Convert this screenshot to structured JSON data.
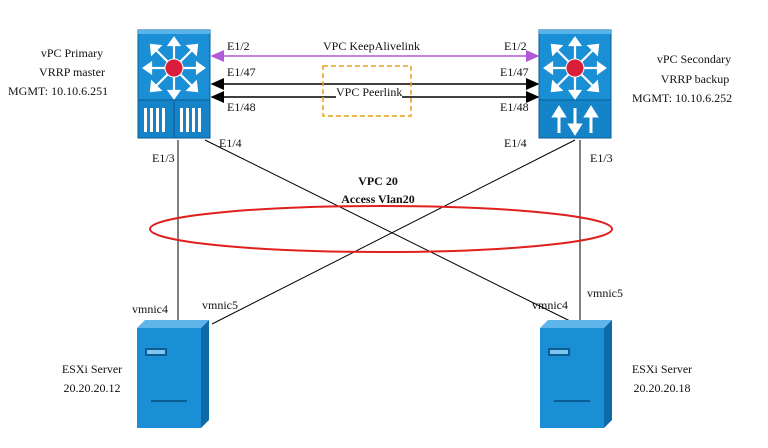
{
  "primary": {
    "name": "vPC Primary",
    "role": "VRRP master",
    "mgmt": "MGMT: 10.10.6.251",
    "port_e1_2": "E1/2",
    "port_e1_47": "E1/47",
    "port_e1_48": "E1/48",
    "port_e1_3": "E1/3",
    "port_e1_4": "E1/4"
  },
  "secondary": {
    "name": "vPC Secondary",
    "role": "VRRP backup",
    "mgmt": "MGMT: 10.10.6.252",
    "port_e1_2": "E1/2",
    "port_e1_47": "E1/47",
    "port_e1_48": "E1/48",
    "port_e1_3": "E1/3",
    "port_e1_4": "E1/4"
  },
  "links": {
    "keepalive": "VPC KeepAlivelink",
    "peerlink": "VPC Peerlink"
  },
  "vpc": {
    "title": "VPC 20",
    "vlan": "Access Vlan20"
  },
  "server_left": {
    "name": "ESXi Server",
    "ip": "20.20.20.12",
    "nic_a": "vmnic4",
    "nic_b": "vmnic5"
  },
  "server_right": {
    "name": "ESXi Server",
    "ip": "20.20.20.18",
    "nic_a": "vmnic4",
    "nic_b": "vmnic5"
  },
  "colors": {
    "device_blue": "#1a8fd6",
    "device_dark": "#0b5e94",
    "keepalive": "#b15ad8",
    "peerlink_box": "#e8a317",
    "vpc_ellipse": "#e0201e",
    "router_dot": "#d81e3a"
  },
  "icons": [
    "switch-icon",
    "server-icon"
  ]
}
